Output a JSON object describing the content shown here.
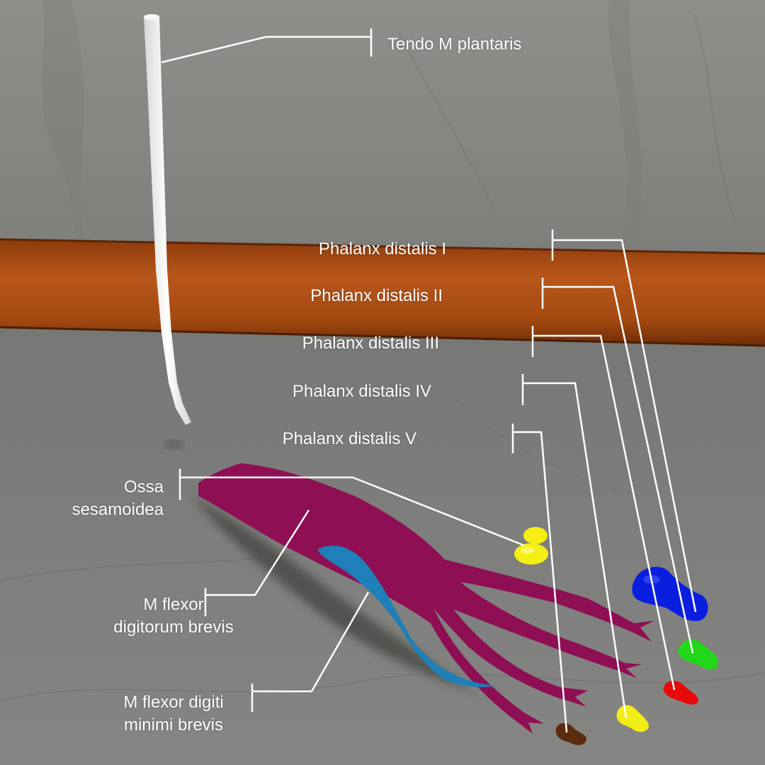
{
  "labels": {
    "tendo_plantaris": "Tendo M plantaris",
    "phalanx_1": "Phalanx distalis I",
    "phalanx_2": "Phalanx distalis II",
    "phalanx_3": "Phalanx distalis III",
    "phalanx_4": "Phalanx distalis IV",
    "phalanx_5": "Phalanx distalis V",
    "ossa_line1": "Ossa",
    "ossa_line2": "sesamoidea",
    "fdb_line1": "M flexor",
    "fdb_line2": "digitorum brevis",
    "fdmb_line1": "M flexor digiti",
    "fdmb_line2": "minimi brevis"
  },
  "colors": {
    "wall": "#8a8a86",
    "floor": "#7b7b79",
    "baseboard": "#a8490f",
    "tendon": "#f1f1ef",
    "flexor_digitorum_brevis": "#8f0f55",
    "flexor_digiti_minimi_brevis": "#1f7fb8",
    "sesamoid": "#f4ee15",
    "phalanx_1": "#0a1ee0",
    "phalanx_2": "#22d81a",
    "phalanx_3": "#e80a0a",
    "phalanx_4": "#f2ec18",
    "phalanx_5": "#5a2b0c",
    "leader_line": "#ffffff"
  }
}
